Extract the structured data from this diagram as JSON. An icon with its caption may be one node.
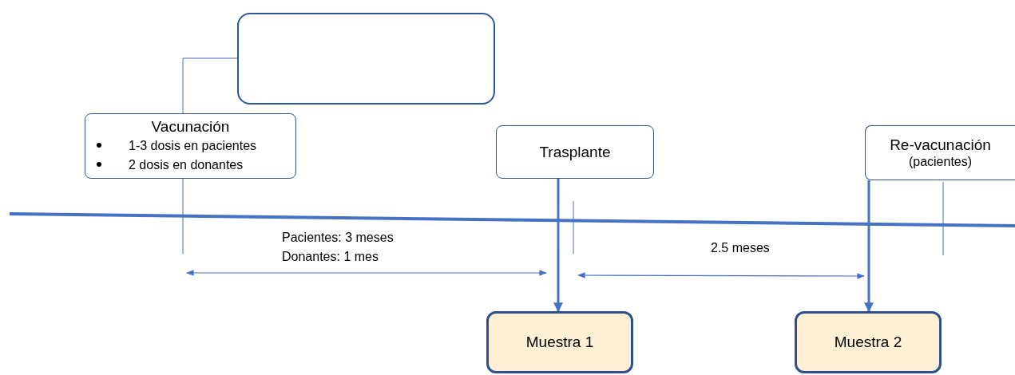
{
  "diagram": {
    "nodes": [
      {
        "text": [],
        "shape": "box"
      },
      {
        "text": [
          "Vacunación",
          "1-3 dosis en pacientes",
          "2 dosis en donantes"
        ]
      },
      {
        "text": [
          "Trasplante"
        ]
      },
      {
        "text": [
          "Re-vacunación",
          "(pacientes)"
        ]
      },
      {
        "text": [
          "Muestra 1"
        ]
      },
      {
        "text": [
          "Muestra 2"
        ]
      }
    ],
    "edges": [
      {
        "from": 1,
        "to": 0,
        "arrow": "none"
      },
      {
        "from": 2,
        "to": 4,
        "arrow": "to"
      },
      {
        "from": 3,
        "to": 5,
        "arrow": "to"
      }
    ],
    "labels": [
      "Pacientes: 3 meses",
      "Donantes: 1 mes",
      "2.5 meses"
    ]
  }
}
